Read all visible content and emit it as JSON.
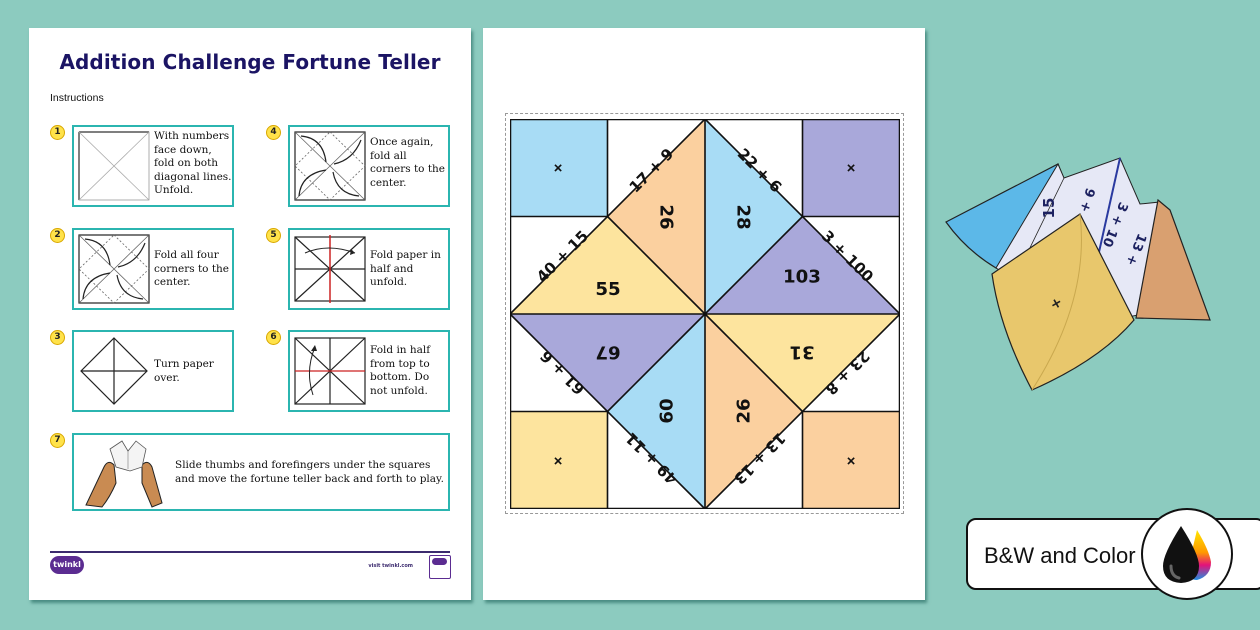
{
  "worksheet": {
    "title": "Addition Challenge Fortune Teller",
    "instructions_label": "Instructions",
    "steps": [
      {
        "number": "1",
        "text": "With numbers face down, fold on both diagonal lines. Unfold."
      },
      {
        "number": "2",
        "text": "Fold all four corners to the center."
      },
      {
        "number": "3",
        "text": "Turn paper over."
      },
      {
        "number": "4",
        "text": "Once again, fold all corners to the center."
      },
      {
        "number": "5",
        "text": "Fold paper in half and unfold."
      },
      {
        "number": "6",
        "text": "Fold in half from top to bottom. Do not unfold."
      },
      {
        "number": "7",
        "text": "Slide thumbs and forefingers under the squares and move the fortune teller back and forth to play."
      }
    ],
    "footer": {
      "logo": "twinkl",
      "visit_text": "visit twinkl.com"
    }
  },
  "fortune_teller": {
    "corner_marks": [
      "+",
      "+",
      "+",
      "+"
    ],
    "corner_colors": [
      "#a8dcf5",
      "#a9a8da",
      "#fde49e",
      "#fbd09f"
    ],
    "questions": [
      "17 + 9",
      "22 + 6",
      "3 + 100",
      "23 + 8",
      "13 + 13",
      "49 + 11",
      "61 + 6",
      "40 + 15"
    ],
    "answers": [
      "26",
      "28",
      "103",
      "31",
      "26",
      "60",
      "67",
      "55"
    ],
    "colors": {
      "blue": "#a8dcf5",
      "purple": "#a9a8da",
      "yellow": "#fde49e",
      "orange": "#fbd09f"
    }
  },
  "photo": {
    "visible_labels": [
      "15",
      "+ 6",
      "3 + 10",
      "13 +",
      "+"
    ]
  },
  "badge": {
    "label": "B&W and Color",
    "icon": "ink-drops-icon"
  }
}
